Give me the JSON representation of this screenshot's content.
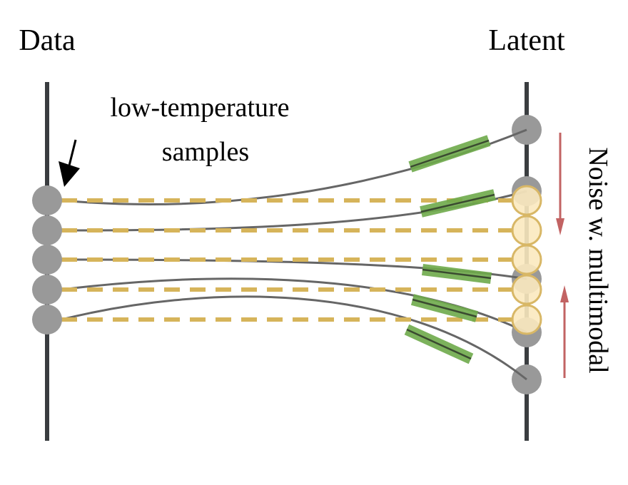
{
  "labels": {
    "data_axis": "Data",
    "latent_axis": "Latent",
    "annotation_line1": "low-temperature",
    "annotation_line2": "samples",
    "side_label": "Noise w. multimodal"
  },
  "colors": {
    "axis": "#3a3d40",
    "node": "#999999",
    "path": "#666666",
    "dashed": "#d6b45a",
    "latent_sample_fill": "#fbe9bf",
    "latent_sample_stroke": "#d8b766",
    "velocity": "#6eaa4a",
    "red_arrow": "#c26363"
  }
}
